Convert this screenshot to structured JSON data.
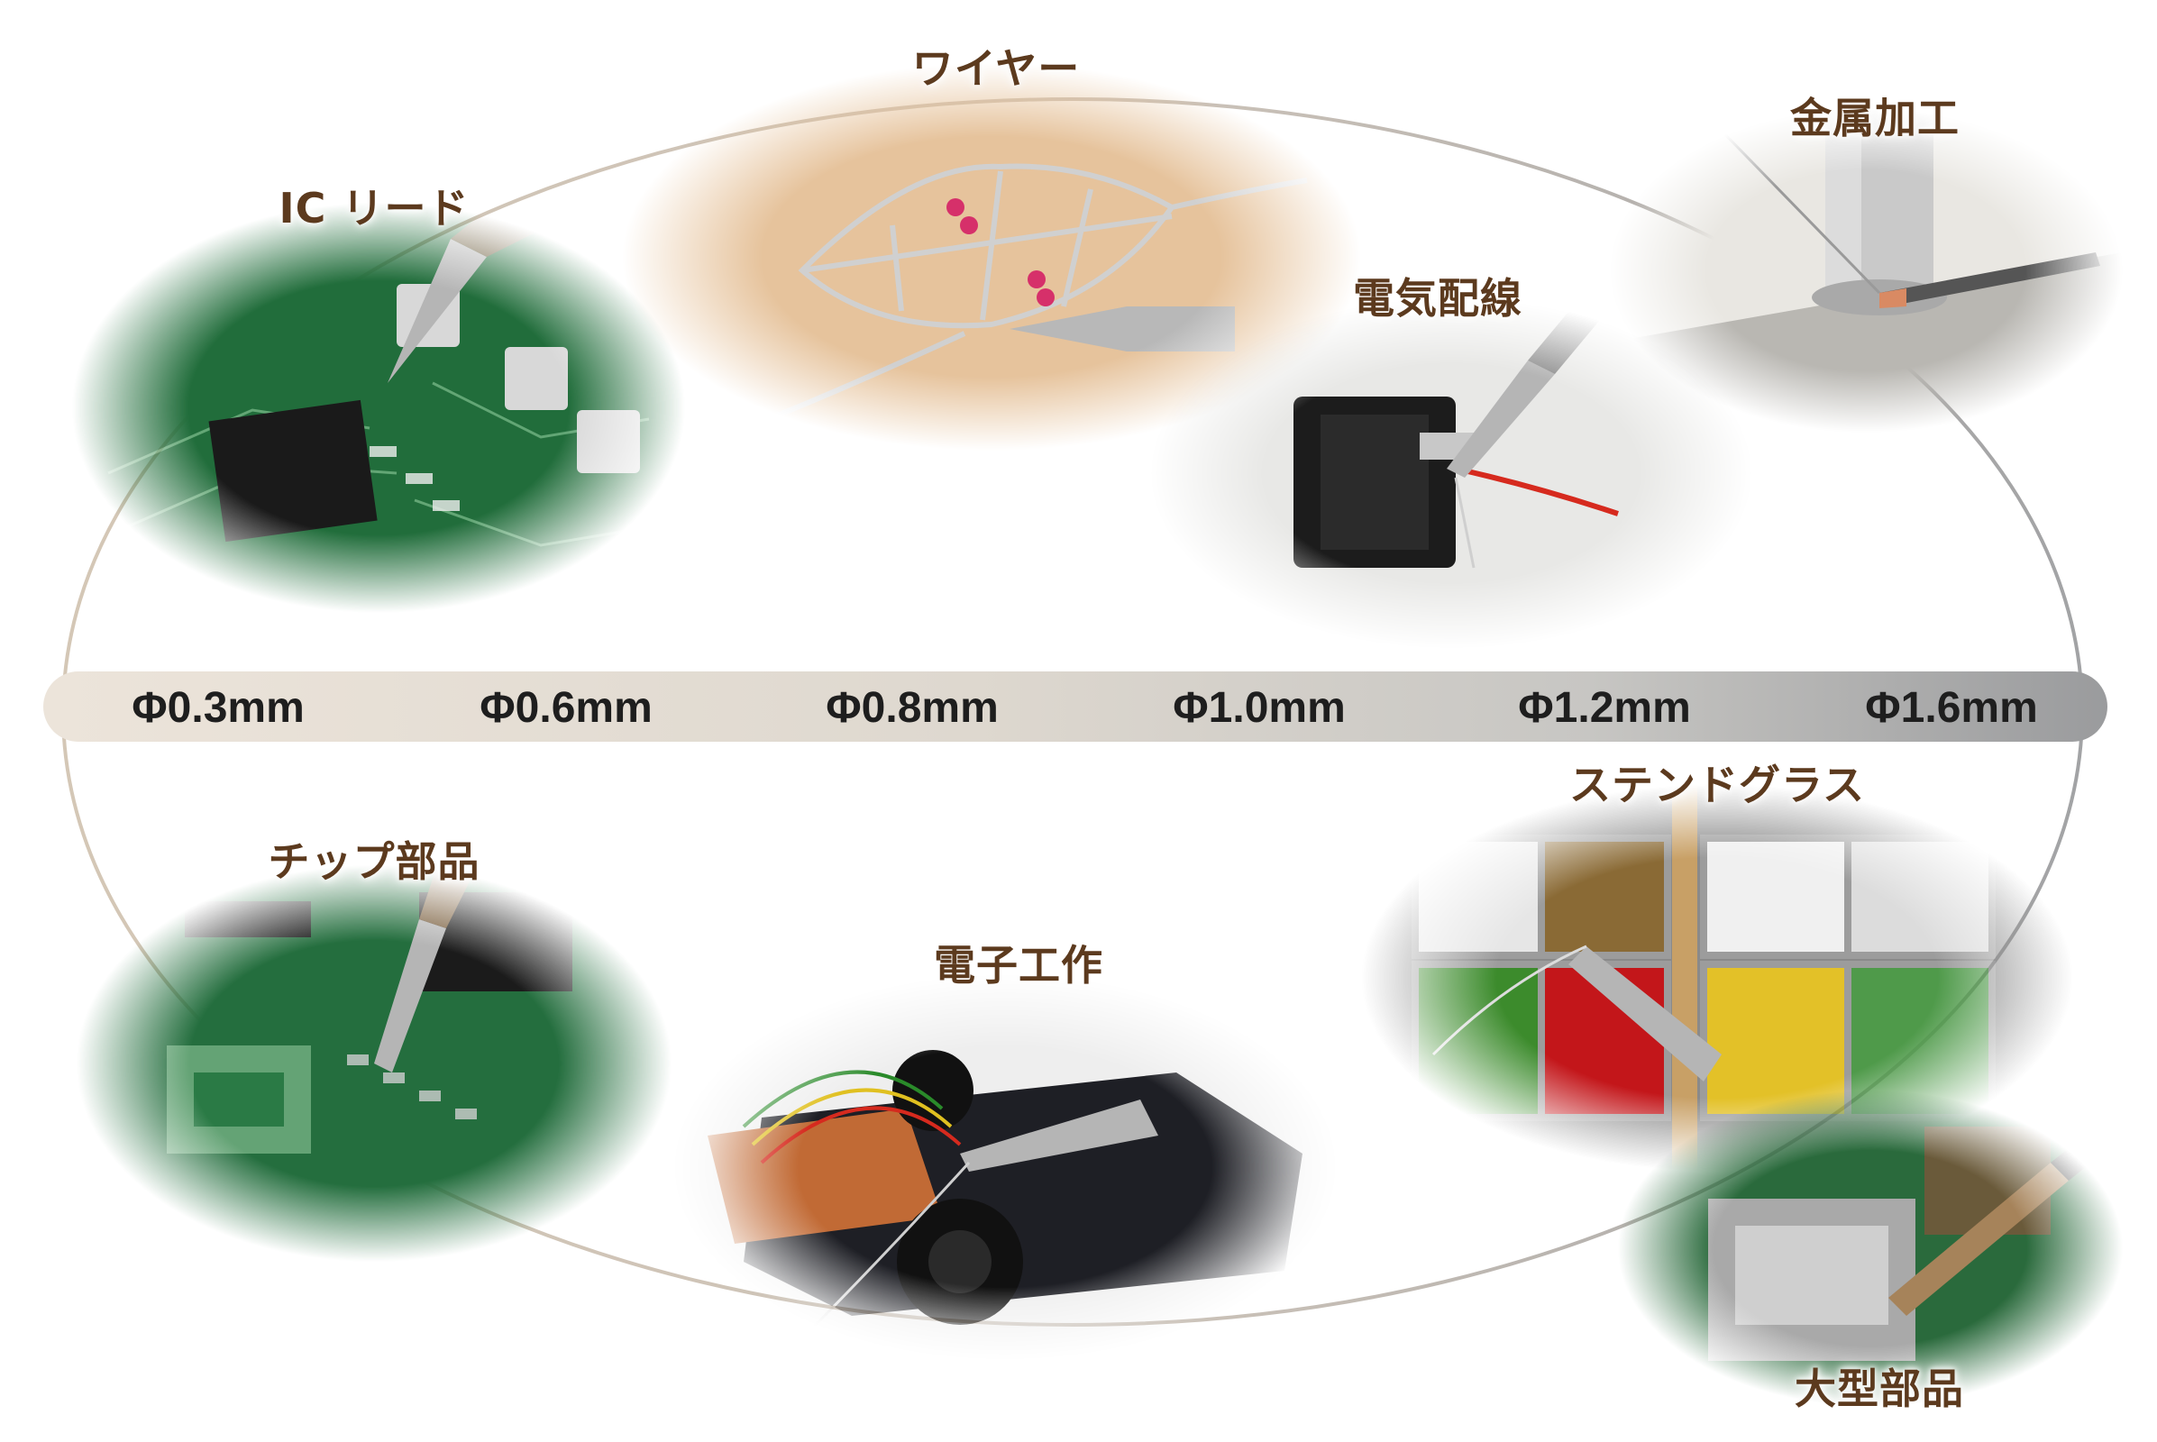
{
  "labels": {
    "ic_lead": "IC リード",
    "wire": "ワイヤー",
    "metalwork": "金属加工",
    "wiring": "電気配線",
    "chip_parts": "チップ部品",
    "electronics": "電子工作",
    "stained_glass": "ステンドグラス",
    "large_parts": "大型部品"
  },
  "sizes": [
    "Φ0.3mm",
    "Φ0.6mm",
    "Φ0.8mm",
    "Φ1.0mm",
    "Φ1.2mm",
    "Φ1.6mm"
  ],
  "colors": {
    "label_brown": "#5c3a1e",
    "ring_left": "#d4c7b6",
    "ring_right": "#a2a3a5",
    "pcb_green": "#1f6b3a",
    "skin_tan": "#e6c39c",
    "wire_red": "#d62a1e"
  },
  "icons": [
    "soldering-iron-icon",
    "pcb-icon",
    "glass-tile-icon",
    "switch-icon",
    "toy-car-icon"
  ]
}
